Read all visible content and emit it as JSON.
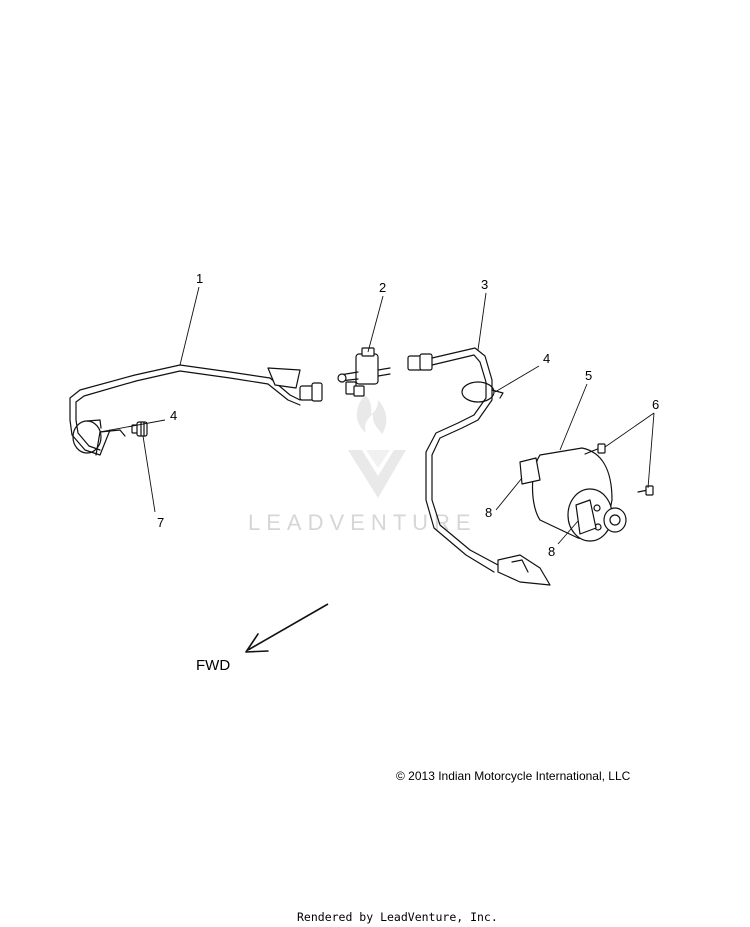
{
  "callouts": {
    "c1": "1",
    "c2": "2",
    "c3": "3",
    "c4a": "4",
    "c4b": "4",
    "c5": "5",
    "c6": "6",
    "c7": "7",
    "c8a": "8",
    "c8b": "8"
  },
  "direction_label": "FWD",
  "copyright": "© 2013 Indian Motorcycle International, LLC",
  "watermark": "LEADVENTURE",
  "footer": "Rendered by LeadVenture, Inc."
}
